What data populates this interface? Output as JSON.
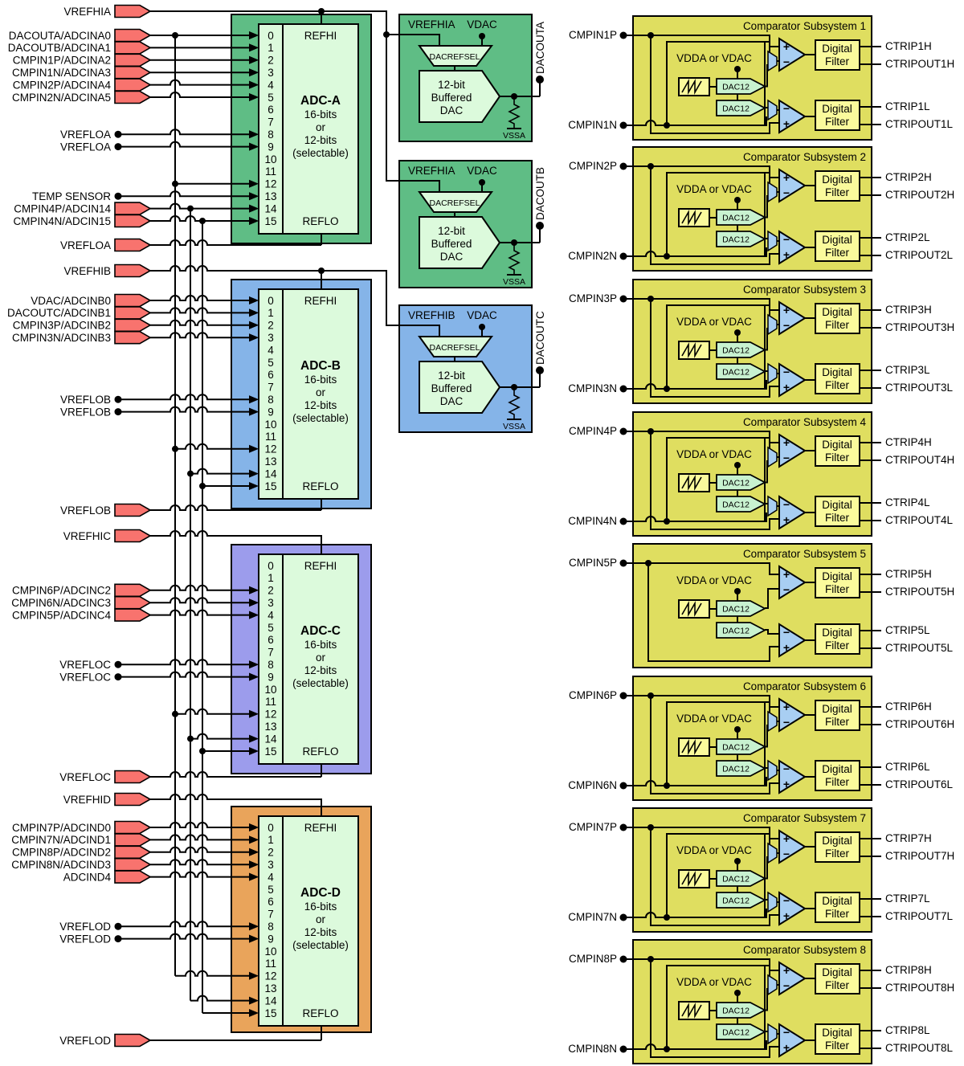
{
  "colors": {
    "pin": "#F8736E",
    "adc_a": "#5FBD85",
    "adc_b": "#85B4E8",
    "adc_c": "#9C9CEC",
    "adc_d": "#E9A45B",
    "panel": "#DCFADC",
    "comp_bg": "#DFDE60",
    "comp_light": "#FAFA9C",
    "dac12": "#C8F2D0",
    "comparator": "#A8CEF2"
  },
  "shared": {
    "refhi": "REFHI",
    "reflo": "REFLO",
    "adc_subtitle": [
      "16-bits",
      "or",
      "12-bits",
      "(selectable)"
    ],
    "channels": [
      "0",
      "1",
      "2",
      "3",
      "4",
      "5",
      "6",
      "7",
      "8",
      "9",
      "10",
      "11",
      "12",
      "13",
      "14",
      "15"
    ],
    "vdda": "VDDA or VDAC",
    "dac12": "DAC12",
    "filter_line1": "Digital",
    "filter_line2": "Filter",
    "plus": "+",
    "minus": "−",
    "dac_supply": "VDAC",
    "dac_mux": "DACREFSEL",
    "dac_body": [
      "12-bit",
      "Buffered",
      "DAC"
    ],
    "dac_gnd": "VSSA"
  },
  "left_pins": [
    {
      "label": "VREFHIA",
      "connector": "arrow"
    },
    {
      "label": "DACOUTA/ADCINA0",
      "connector": "arrow"
    },
    {
      "label": "DACOUTB/ADCINA1",
      "connector": "arrow"
    },
    {
      "label": "CMPIN1P/ADCINA2",
      "connector": "arrow"
    },
    {
      "label": "CMPIN1N/ADCINA3",
      "connector": "arrow"
    },
    {
      "label": "CMPIN2P/ADCINA4",
      "connector": "arrow"
    },
    {
      "label": "CMPIN2N/ADCINA5",
      "connector": "arrow"
    },
    {
      "label": "VREFLOA",
      "connector": "dot"
    },
    {
      "label": "VREFLOA",
      "connector": "dot"
    },
    {
      "label": "TEMP SENSOR",
      "connector": "dot"
    },
    {
      "label": "CMPIN4P/ADCIN14",
      "connector": "arrow"
    },
    {
      "label": "CMPIN4N/ADCIN15",
      "connector": "arrow"
    },
    {
      "label": "VREFLOA",
      "connector": "arrow"
    },
    {
      "label": "VREFHIB",
      "connector": "arrow"
    },
    {
      "label": "VDAC/ADCINB0",
      "connector": "arrow"
    },
    {
      "label": "DACOUTC/ADCINB1",
      "connector": "arrow"
    },
    {
      "label": "CMPIN3P/ADCINB2",
      "connector": "arrow"
    },
    {
      "label": "CMPIN3N/ADCINB3",
      "connector": "arrow"
    },
    {
      "label": "VREFLOB",
      "connector": "dot"
    },
    {
      "label": "VREFLOB",
      "connector": "dot"
    },
    {
      "label": "VREFLOB",
      "connector": "arrow"
    },
    {
      "label": "VREFHIC",
      "connector": "arrow"
    },
    {
      "label": "CMPIN6P/ADCINC2",
      "connector": "arrow"
    },
    {
      "label": "CMPIN6N/ADCINC3",
      "connector": "arrow"
    },
    {
      "label": "CMPIN5P/ADCINC4",
      "connector": "arrow"
    },
    {
      "label": "VREFLOC",
      "connector": "dot"
    },
    {
      "label": "VREFLOC",
      "connector": "dot"
    },
    {
      "label": "VREFLOC",
      "connector": "arrow"
    },
    {
      "label": "VREFHID",
      "connector": "arrow"
    },
    {
      "label": "CMPIN7P/ADCIND0",
      "connector": "arrow"
    },
    {
      "label": "CMPIN7N/ADCIND1",
      "connector": "arrow"
    },
    {
      "label": "CMPIN8P/ADCIND2",
      "connector": "arrow"
    },
    {
      "label": "CMPIN8N/ADCIND3",
      "connector": "arrow"
    },
    {
      "label": "ADCIND4",
      "connector": "arrow"
    },
    {
      "label": "VREFLOD",
      "connector": "dot"
    },
    {
      "label": "VREFLOD",
      "connector": "dot"
    },
    {
      "label": "VREFLOD",
      "connector": "arrow"
    }
  ],
  "adcs": [
    {
      "title": "ADC-A"
    },
    {
      "title": "ADC-B"
    },
    {
      "title": "ADC-C"
    },
    {
      "title": "ADC-D"
    }
  ],
  "dacs": [
    {
      "ref": "VREFHIA",
      "out": "DACOUTA"
    },
    {
      "ref": "VREFHIA",
      "out": "DACOUTB"
    },
    {
      "ref": "VREFHIB",
      "out": "DACOUTC"
    }
  ],
  "comparator_subsystems": [
    {
      "title": "Comparator Subsystem 1",
      "input_p": "CMPIN1P",
      "input_n": "CMPIN1N",
      "trip_h": "CTRIP1H",
      "tripout_h": "CTRIPOUT1H",
      "trip_l": "CTRIP1L",
      "tripout_l": "CTRIPOUT1L"
    },
    {
      "title": "Comparator Subsystem 2",
      "input_p": "CMPIN2P",
      "input_n": "CMPIN2N",
      "trip_h": "CTRIP2H",
      "tripout_h": "CTRIPOUT2H",
      "trip_l": "CTRIP2L",
      "tripout_l": "CTRIPOUT2L"
    },
    {
      "title": "Comparator Subsystem 3",
      "input_p": "CMPIN3P",
      "input_n": "CMPIN3N",
      "trip_h": "CTRIP3H",
      "tripout_h": "CTRIPOUT3H",
      "trip_l": "CTRIP3L",
      "tripout_l": "CTRIPOUT3L"
    },
    {
      "title": "Comparator Subsystem 4",
      "input_p": "CMPIN4P",
      "input_n": "CMPIN4N",
      "trip_h": "CTRIP4H",
      "tripout_h": "CTRIPOUT4H",
      "trip_l": "CTRIP4L",
      "tripout_l": "CTRIPOUT4L"
    },
    {
      "title": "Comparator Subsystem 5",
      "input_p": "CMPIN5P",
      "input_n": null,
      "trip_h": "CTRIP5H",
      "tripout_h": "CTRIPOUT5H",
      "trip_l": "CTRIP5L",
      "tripout_l": "CTRIPOUT5L"
    },
    {
      "title": "Comparator Subsystem 6",
      "input_p": "CMPIN6P",
      "input_n": "CMPIN6N",
      "trip_h": "CTRIP6H",
      "tripout_h": "CTRIPOUT6H",
      "trip_l": "CTRIP6L",
      "tripout_l": "CTRIPOUT6L"
    },
    {
      "title": "Comparator Subsystem 7",
      "input_p": "CMPIN7P",
      "input_n": "CMPIN7N",
      "trip_h": "CTRIP7H",
      "tripout_h": "CTRIPOUT7H",
      "trip_l": "CTRIP7L",
      "tripout_l": "CTRIPOUT7L"
    },
    {
      "title": "Comparator Subsystem 8",
      "input_p": "CMPIN8P",
      "input_n": "CMPIN8N",
      "trip_h": "CTRIP8H",
      "tripout_h": "CTRIPOUT8H",
      "trip_l": "CTRIP8L",
      "tripout_l": "CTRIPOUT8L"
    }
  ]
}
